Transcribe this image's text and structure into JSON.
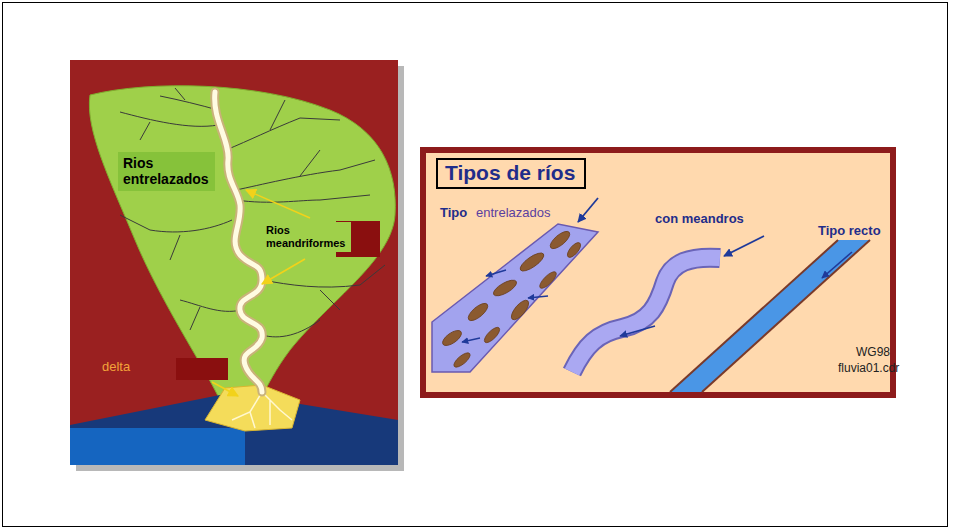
{
  "diagram": {
    "nodes": [
      {
        "text": [
          "Rios entrelazados"
        ]
      },
      {
        "text": [
          "Rios meandriformes"
        ]
      },
      {
        "text": [
          "Tipos de ríos"
        ]
      }
    ],
    "labels": [
      "delta",
      "Tipo",
      "entrelazados",
      "con meandros",
      "Tipo recto",
      "WG98",
      "fluvia01.cdr"
    ]
  }
}
